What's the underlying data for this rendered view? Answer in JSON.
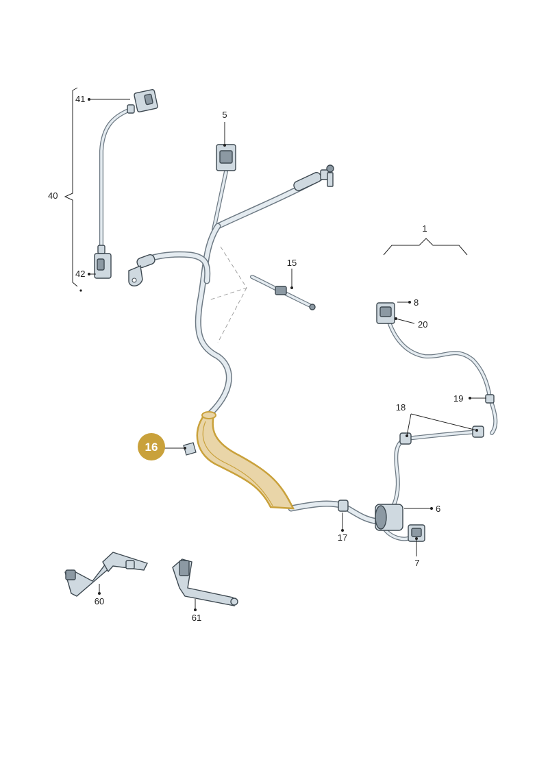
{
  "diagram": {
    "labels": {
      "l1": "1",
      "l5": "5",
      "l6": "6",
      "l7": "7",
      "l8": "8",
      "l15": "15",
      "l16": "16",
      "l17": "17",
      "l18": "18",
      "l19": "19",
      "l20": "20",
      "l40": "40",
      "l41": "41",
      "l42": "42",
      "l60": "60",
      "l61": "61"
    },
    "highlight": {
      "part": "16",
      "color": "#c9a13b"
    }
  }
}
